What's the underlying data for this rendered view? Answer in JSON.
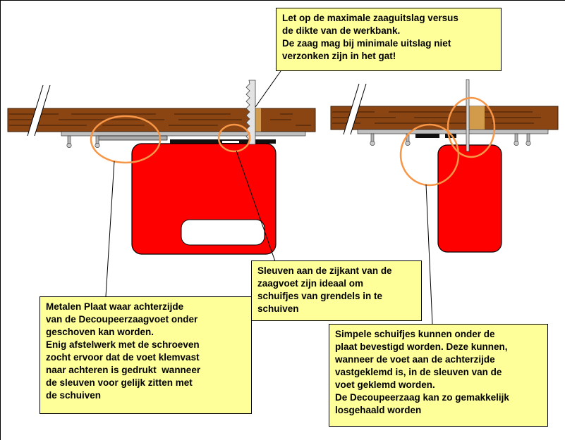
{
  "colors": {
    "background": "#FFFFFF",
    "callout_bg": "#FFFF99",
    "callout_border": "#000000",
    "wood": "#8B4513",
    "wood_streak": "#5A2D0C",
    "wood_hole": "#D29A4B",
    "metal_plate": "#C0C0C0",
    "metal_plate_dark": "#ADADAD",
    "saw_body": "#FF0000",
    "slot_fill": "#FFFFFF",
    "blade": "#E3E3E3",
    "highlight": "#F79646",
    "line": "#000000"
  },
  "callouts": {
    "max_stroke": {
      "text": "Let op de maximale zaaguitslag versus\nde dikte van de werkbank.\nDe zaag mag bij minimale uitslag niet\nverzonken zijn in het gat!"
    },
    "slots": {
      "text": "Sleuven aan de zijkant van de\nzaagvoet zijn ideaal om\nschuifjes van grendels in te\nschuiven"
    },
    "metal_plate": {
      "text": "Metalen Plaat waar achterzijde\nvan de Decoupeerzaagvoet onder\ngeschoven kan worden.\nEnig afstelwerk met de schroeven\nzocht ervoor dat de voet klemvast\nnaar achteren is gedrukt  wanneer\nde sleuven voor gelijk zitten met\nde schuiven"
    },
    "sliders": {
      "text": "Simpele schuifjes kunnen onder de\nplaat bevestigd worden. Deze kunnen,\nwanneer de voet aan de achterzijde\nvastgeklemd is, in de sleuven van de\nvoet geklemd worden.\nDe Decoupeerzaag kan zo gemakkelijk\nlosgehaald worden"
    }
  },
  "diagram": {
    "left_view": "front view of jigsaw mounted under workbench",
    "right_view": "side view of jigsaw mounted under workbench"
  }
}
